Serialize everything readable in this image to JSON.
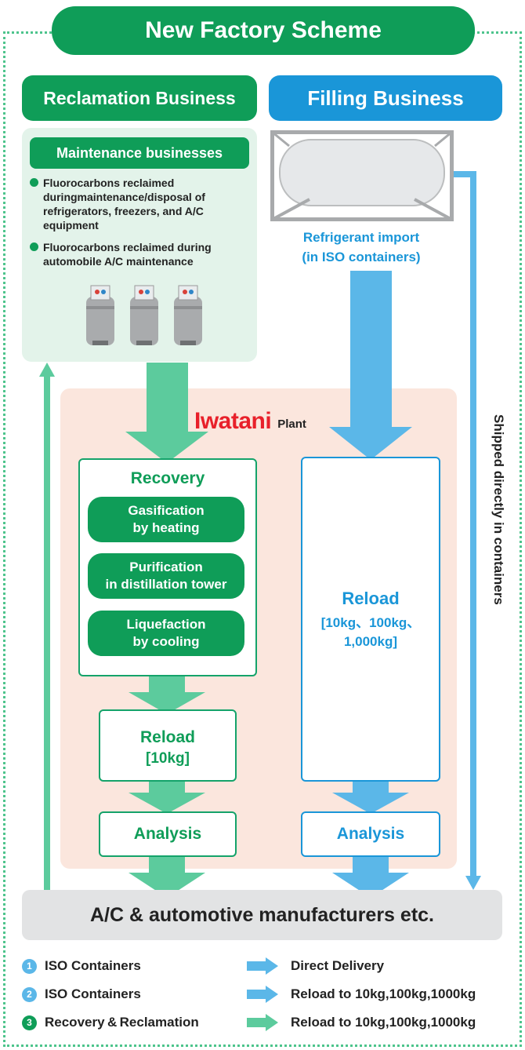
{
  "title": "New Factory Scheme",
  "left_header": "Reclamation Business",
  "right_header": "Filling Business",
  "maintenance": {
    "title": "Maintenance businesses",
    "bullets": [
      "Fluorocarbons reclaimed duringmaintenance/disposal of refrigerators, freezers, and A/C equipment",
      "Fluorocarbons reclaimed during automobile A/C maintenance"
    ]
  },
  "import": {
    "line1": "Refrigerant import",
    "line2": "(in ISO containers)"
  },
  "plant": {
    "brand": "Iwatani",
    "label": "Plant"
  },
  "recovery": {
    "title": "Recovery",
    "steps": [
      {
        "line1": "Gasification",
        "line2": "by heating"
      },
      {
        "line1": "Purification",
        "line2": "in distillation tower"
      },
      {
        "line1": "Liquefaction",
        "line2": "by cooling"
      }
    ]
  },
  "reload_left": {
    "title": "Reload",
    "detail": "[10kg]"
  },
  "reload_right": {
    "title": "Reload",
    "detail1": "[10kg、100kg、",
    "detail2": "1,000kg]"
  },
  "analysis_left": "Analysis",
  "analysis_right": "Analysis",
  "shipped": "Shipped directly in containers",
  "manufacturers": "A/C & automotive manufacturers etc.",
  "legend": [
    {
      "num": "1",
      "label": "ISO Containers",
      "desc": "Direct Delivery",
      "color": "#5bb7e8"
    },
    {
      "num": "2",
      "label": "ISO Containers",
      "desc": "Reload to 10kg,100kg,1000kg",
      "color": "#5bb7e8"
    },
    {
      "num": "3",
      "label": "Recovery & Reclamation",
      "desc": "Reload to 10kg,100kg,1000kg",
      "color": "#5ccb9d"
    }
  ],
  "colors": {
    "green": "#0f9d58",
    "light_green": "#5ccb9d",
    "blue": "#1a96d8",
    "light_blue": "#5bb7e8",
    "plant_bg": "#fbe6dd",
    "maint_bg": "#e3f3ea"
  }
}
